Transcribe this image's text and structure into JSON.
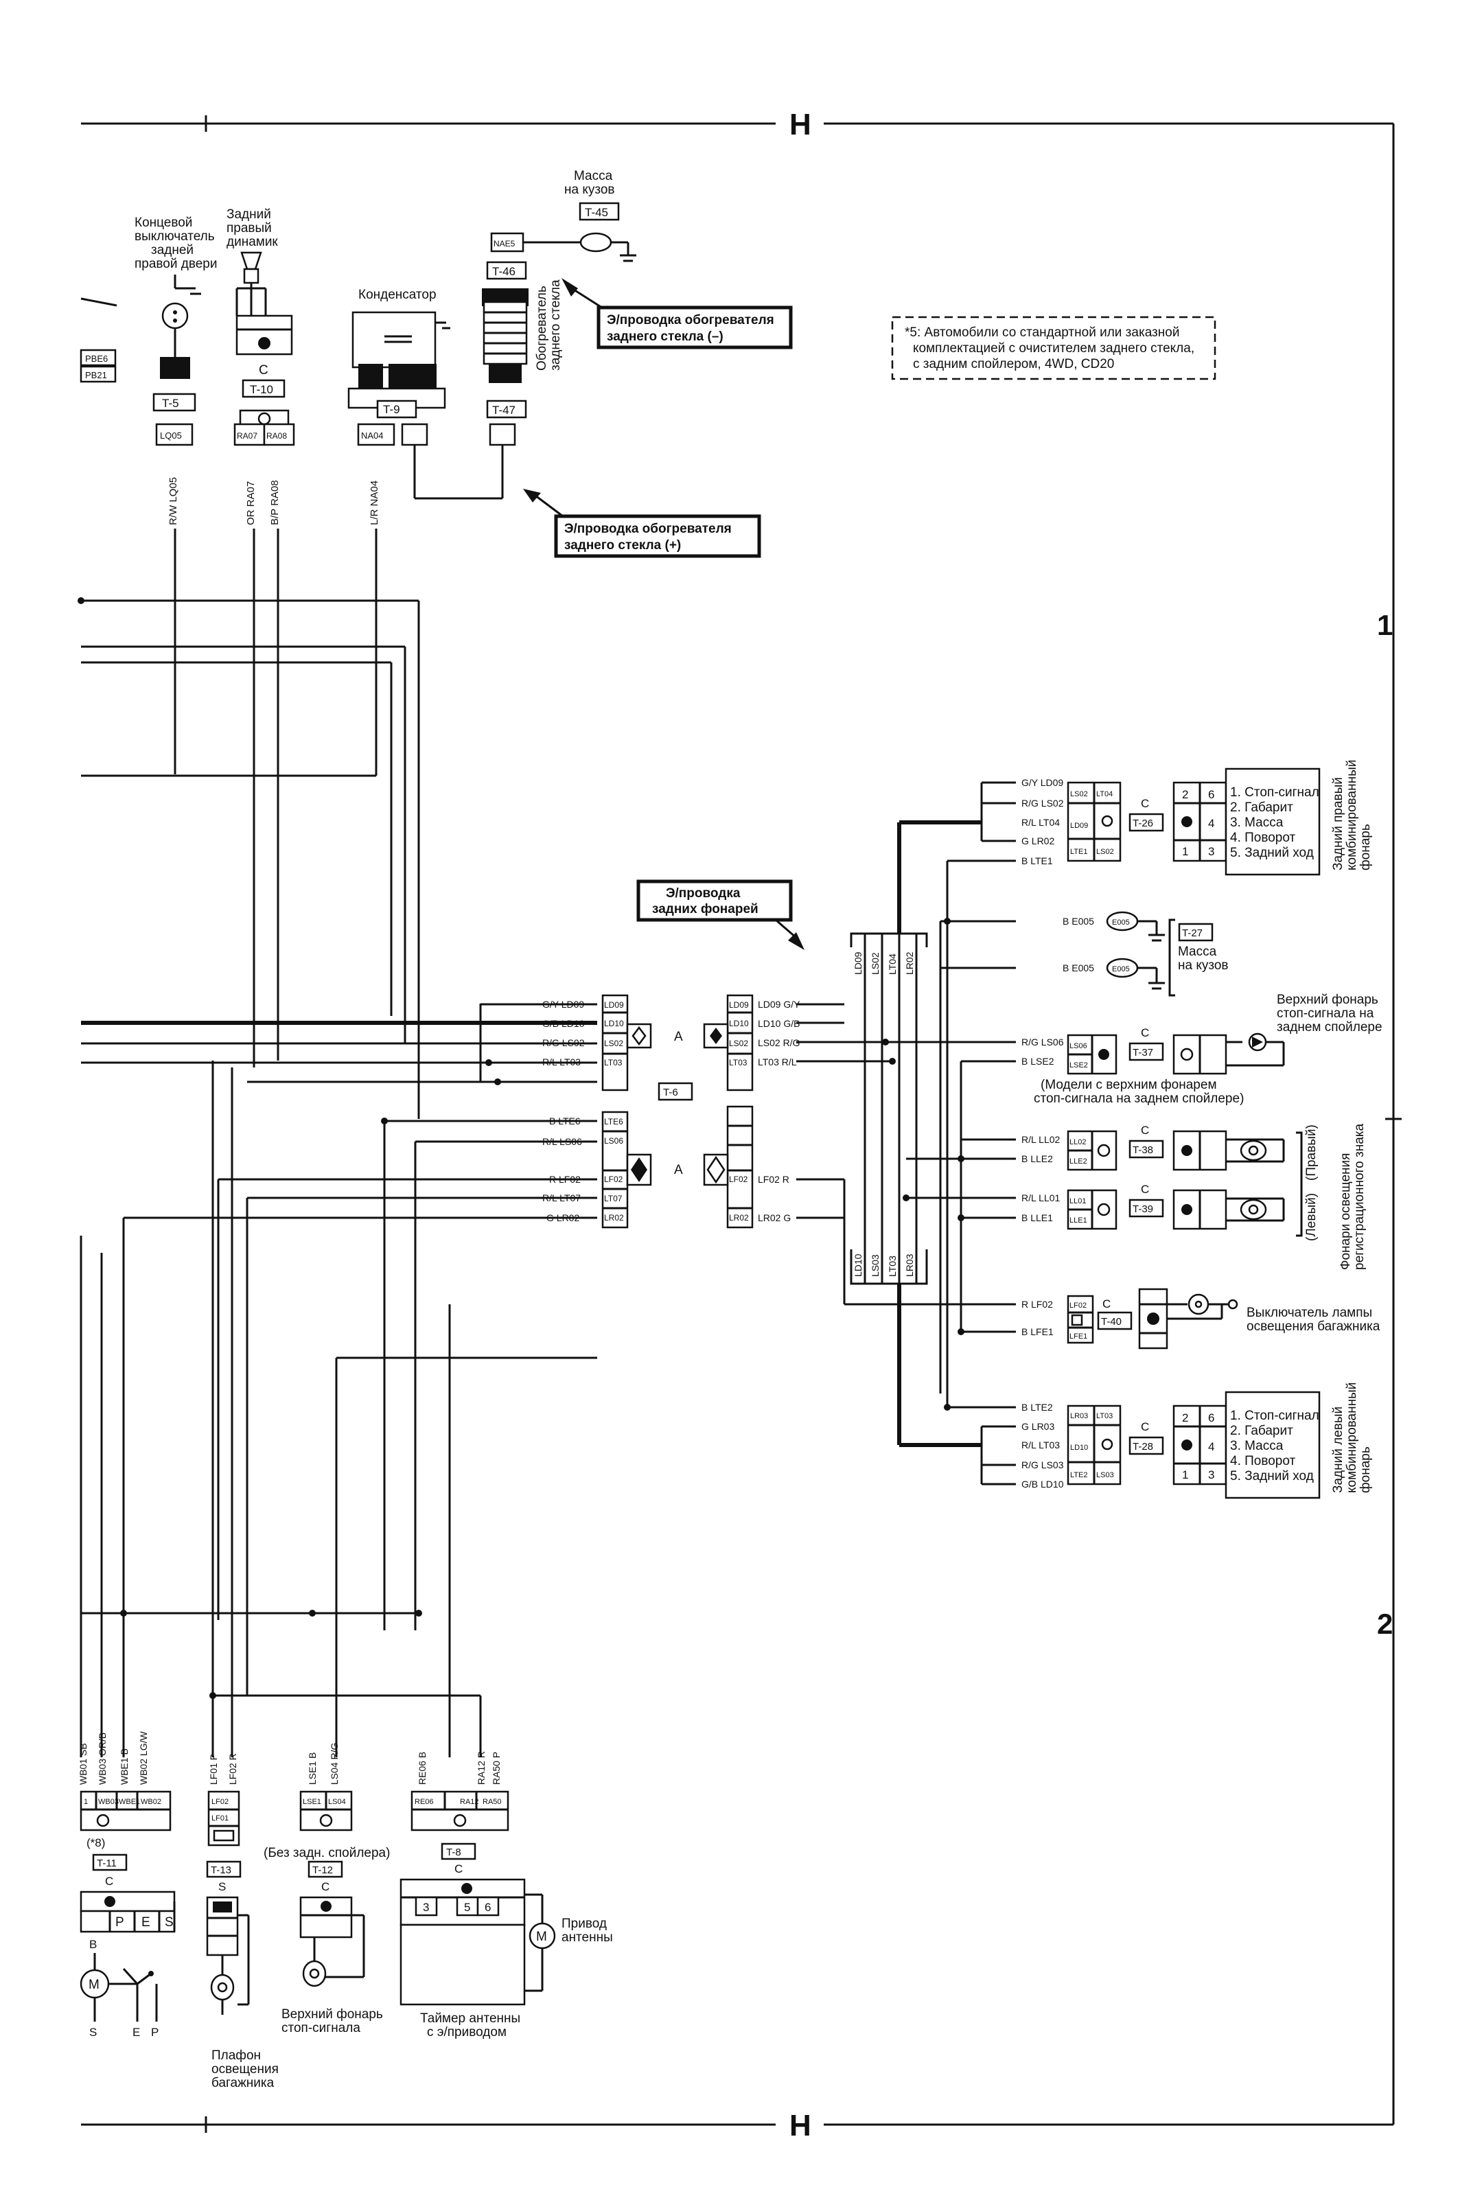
{
  "frame": {
    "top_marker": "H",
    "bottom_marker": "H",
    "row_1": "1",
    "row_2": "2"
  },
  "note": {
    "line1": "*5: Автомобили со стандартной или заказной",
    "line2": "комплектацией с очистителем заднего стекла,",
    "line3": "с задним спойлером, 4WD, CD20"
  },
  "callouts": {
    "defog_neg": {
      "l1": "Э/проводка обогревателя",
      "l2": "заднего стекла (–)"
    },
    "defog_pos": {
      "l1": "Э/проводка обогревателя",
      "l2": "заднего стекла (+)"
    },
    "rear_lamps": {
      "l1": "Э/проводка",
      "l2": "задних фонарей"
    }
  },
  "top": {
    "door_switch": {
      "l1": "Концевой",
      "l2": "выключатель",
      "l3": "задней",
      "l4": "правой двери",
      "conn": "T-5",
      "pin": "LQ05",
      "wire": "R/W LQ05"
    },
    "speaker": {
      "l1": "Задний",
      "l2": "правый",
      "l3": "динамик",
      "c": "C",
      "conn": "T-10",
      "pin1": "RA07",
      "pin2": "RA08",
      "wire1": "OR RA07",
      "wire2": "B/P RA08"
    },
    "condenser": {
      "label": "Конденсатор",
      "conn": "T-9",
      "pin": "NA04",
      "wire": "L/R NA04"
    },
    "ground": {
      "l1": "Масса",
      "l2": "на кузов",
      "conn": "T-45",
      "pin": "NAE5"
    },
    "defogger": {
      "l1": "Обогреватель",
      "l2": "заднего стекла",
      "conn1": "T-46",
      "conn2": "T-47"
    },
    "left_pins": {
      "p1": "PBE6",
      "p2": "PB21"
    }
  },
  "mid": {
    "connA_left_wires": [
      "G/Y LD09",
      "G/B LD10",
      "R/G LS02",
      "R/L LT03"
    ],
    "connA_left_pins": [
      "LD09",
      "LD10",
      "LS02",
      "LT03"
    ],
    "connA_right_pins": [
      "LD09",
      "LD10",
      "LS02",
      "LT03"
    ],
    "connA_right_wires": [
      "LD09 G/Y",
      "LD10 G/B",
      "LS02 R/G",
      "LT03 R/L"
    ],
    "connB_left_wires": [
      "B LTE6",
      "R/L LS06",
      "R LF02",
      "R/L LT07",
      "G LR02"
    ],
    "connB_left_pins": [
      "LTE6",
      "LS06",
      "LF02",
      "LT07",
      "LR02"
    ],
    "connB_right_pins": [
      "LF02",
      "LR02"
    ],
    "connB_right_wires": [
      "LF02 R",
      "LR02 G"
    ],
    "conn_label": "A",
    "conn_id": "T-6",
    "bus_top": [
      "LD09",
      "LS02",
      "LT04",
      "LR02"
    ],
    "bus_bottom": [
      "LD10",
      "LS03",
      "LT03",
      "LR03"
    ]
  },
  "right": {
    "rr_lamp": {
      "wires": [
        "G/Y LD09",
        "R/G LS02",
        "R/L LT04",
        "G LR02",
        "B LTE1"
      ],
      "pins": [
        "LS02",
        "LT04",
        "LD09",
        "LTE1",
        "LS02"
      ],
      "c": "C",
      "conn": "T-26",
      "grid": [
        "2",
        "6",
        "4",
        "1",
        "3"
      ],
      "items": [
        "1. Стоп-сигнал",
        "2. Габарит",
        "3. Масса",
        "4. Поворот",
        "5. Задний ход"
      ],
      "title1": "Задний правый",
      "title2": "комбинированный",
      "title3": "фонарь"
    },
    "gnd1": {
      "wire": "B E005",
      "pin": "E005",
      "conn": "T-27"
    },
    "gnd2": {
      "wire": "B E005",
      "pin": "E005",
      "l1": "Масса",
      "l2": "на кузов"
    },
    "high_stop": {
      "wires": [
        "R/G LS06",
        "B LSE2"
      ],
      "pins": [
        "LS06",
        "LSE2"
      ],
      "c": "C",
      "conn": "T-37",
      "l1": "Верхний фонарь",
      "l2": "стоп-сигнала на",
      "l3": "заднем спойлере",
      "note1": "(Модели с верхним фонарем",
      "note2": "стоп-сигнала на заднем спойлере)"
    },
    "plate_r": {
      "wires": [
        "R/L LL02",
        "B LLE2"
      ],
      "pins": [
        "LL02",
        "LLE2"
      ],
      "c": "C",
      "conn": "T-38",
      "side": "(Правый)"
    },
    "plate_l": {
      "wires": [
        "R/L LL01",
        "B LLE1"
      ],
      "pins": [
        "LL01",
        "LLE1"
      ],
      "c": "C",
      "conn": "T-39",
      "side": "(Левый)"
    },
    "plate_title": {
      "l1": "Фонари освещения",
      "l2": "регистрационного знака"
    },
    "trunk_sw": {
      "wires": [
        "R LF02",
        "B LFE1"
      ],
      "pins": [
        "LF02",
        "LFE1"
      ],
      "c": "C",
      "conn": "T-40",
      "l1": "Выключатель лампы",
      "l2": "освещения багажника"
    },
    "rl_lamp": {
      "wires": [
        "B LTE2",
        "G LR03",
        "R/L LT03",
        "R/G LS03",
        "G/B LD10"
      ],
      "pins": [
        "LR03",
        "LT03",
        "LD10",
        "LTE2",
        "LS03"
      ],
      "c": "C",
      "conn": "T-28",
      "grid": [
        "2",
        "6",
        "4",
        "1",
        "3"
      ],
      "items": [
        "1. Стоп-сигнал",
        "2. Габарит",
        "3. Масса",
        "4. Поворот",
        "5. Задний ход"
      ],
      "title1": "Задний левый",
      "title2": "комбинированный",
      "title3": "фонарь"
    }
  },
  "bottom": {
    "wiper": {
      "wires": [
        "WB01 SB",
        "WB03 OR/B",
        "WBE1 B",
        "WB02 LG/W"
      ],
      "pins": [
        "1",
        "WB03",
        "WBE1",
        "WB02"
      ],
      "mark": "(*8)",
      "conn": "T-11",
      "c": "C",
      "terms": [
        "P",
        "E",
        "S"
      ],
      "b": "B",
      "motor": "M",
      "bottom_terms": [
        "S",
        "E",
        "P"
      ]
    },
    "trunk_lamp": {
      "wires": [
        "LF01 P",
        "LF02 R"
      ],
      "pins": [
        "LF02",
        "LF01"
      ],
      "conn": "T-13",
      "s": "S",
      "l1": "Плафон",
      "l2": "освещения",
      "l3": "багажника"
    },
    "high_stop_b": {
      "wires": [
        "LSE1 B",
        "LS04 R/G"
      ],
      "pins": [
        "LSE1",
        "LS04"
      ],
      "note": "(Без задн. спойлера)",
      "conn": "T-12",
      "c": "C",
      "l1": "Верхний фонарь",
      "l2": "стоп-сигнала"
    },
    "antenna": {
      "wires": [
        "RE06 B",
        "RA12 R",
        "RA50 P"
      ],
      "pins": [
        "RE06",
        "RA12",
        "RA50"
      ],
      "conn": "T-8",
      "c": "C",
      "terms": [
        "3",
        "5",
        "6"
      ],
      "l1": "Таймер антенны",
      "l2": "с э/приводом",
      "drive1": "Привод",
      "drive2": "антенны",
      "motor": "M"
    }
  }
}
